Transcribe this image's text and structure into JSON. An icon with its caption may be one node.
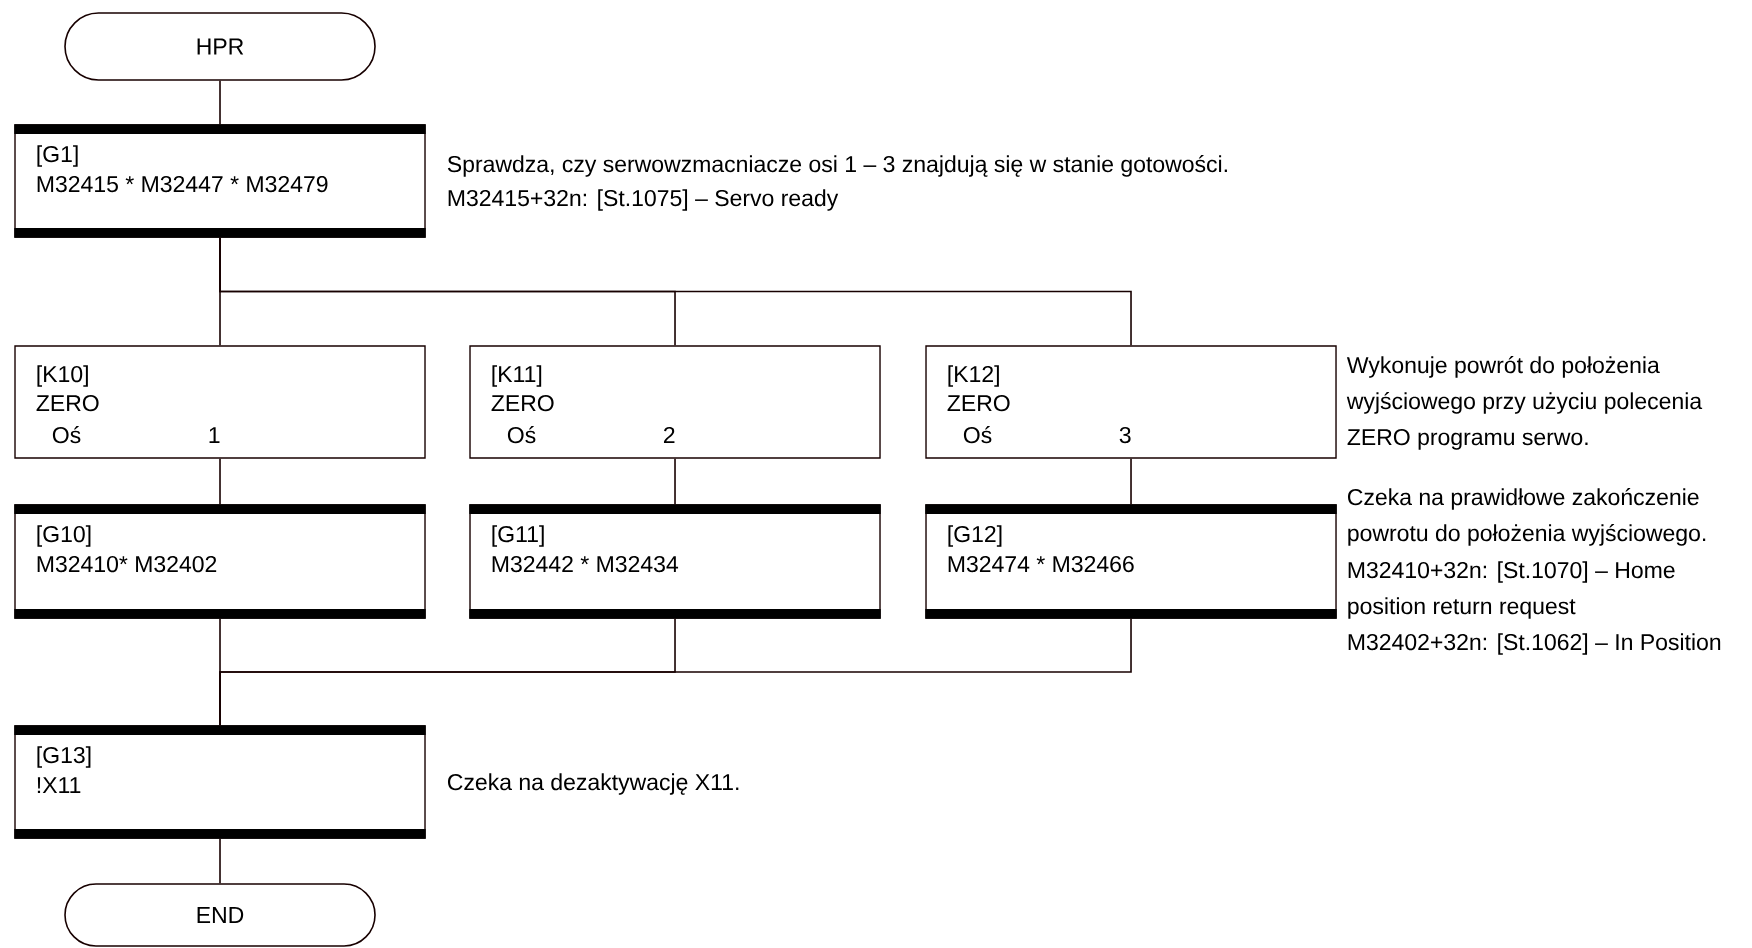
{
  "diagram": {
    "nodes": [
      {
        "text": [
          "HPR"
        ]
      },
      {
        "text": [
          "[G1]",
          "M32415 * M32447 * M32479"
        ],
        "beside": [
          "Sprawdza, czy serwowzmacniacze osi 1 – 3 znajdują się w stanie gotowości.",
          "M32415+32n: [St.1075] – Servo ready"
        ]
      },
      {
        "text": [
          "[K10]",
          "ZERO",
          "Oś",
          "1"
        ]
      },
      {
        "text": [
          "[K11]",
          "ZERO",
          "Oś",
          "2"
        ]
      },
      {
        "text": [
          "[K12]",
          "ZERO",
          "Oś",
          "3"
        ]
      },
      {
        "text": [
          "[G10]",
          "M32410* M32402"
        ]
      },
      {
        "text": [
          "[G11]",
          "M32442 * M32434"
        ]
      },
      {
        "text": [
          "[G12]",
          "M32474 * M32466"
        ]
      },
      {
        "text": [
          "[G13]",
          "!X11"
        ],
        "beside": [
          "Czeka na dezaktywację X11."
        ]
      },
      {
        "text": [
          "END"
        ]
      }
    ],
    "edges": [
      {
        "from": 0,
        "to": 1,
        "arrow": "none"
      },
      {
        "from": 1,
        "to": 2,
        "arrow": "none"
      },
      {
        "from": 1,
        "to": 3,
        "arrow": "none"
      },
      {
        "from": 1,
        "to": 4,
        "arrow": "none"
      },
      {
        "from": 2,
        "to": 5,
        "arrow": "none"
      },
      {
        "from": 3,
        "to": 6,
        "arrow": "none"
      },
      {
        "from": 4,
        "to": 7,
        "arrow": "none"
      },
      {
        "from": 5,
        "to": 8,
        "arrow": "none"
      },
      {
        "from": 6,
        "to": 8,
        "arrow": "none"
      },
      {
        "from": 7,
        "to": 8,
        "arrow": "none"
      },
      {
        "from": 8,
        "to": 9,
        "arrow": "none"
      }
    ],
    "labels": [
      "Wykonuje powrót do położenia wyjściowego przy użyciu polecenia ZERO programu serwo.",
      "Czeka na prawidłowe zakończenie powrotu do położenia wyjściowego.",
      "M32410+32n: [St.1070] – Home position return request",
      "M32402+32n: [St.1062] – In Position"
    ]
  }
}
